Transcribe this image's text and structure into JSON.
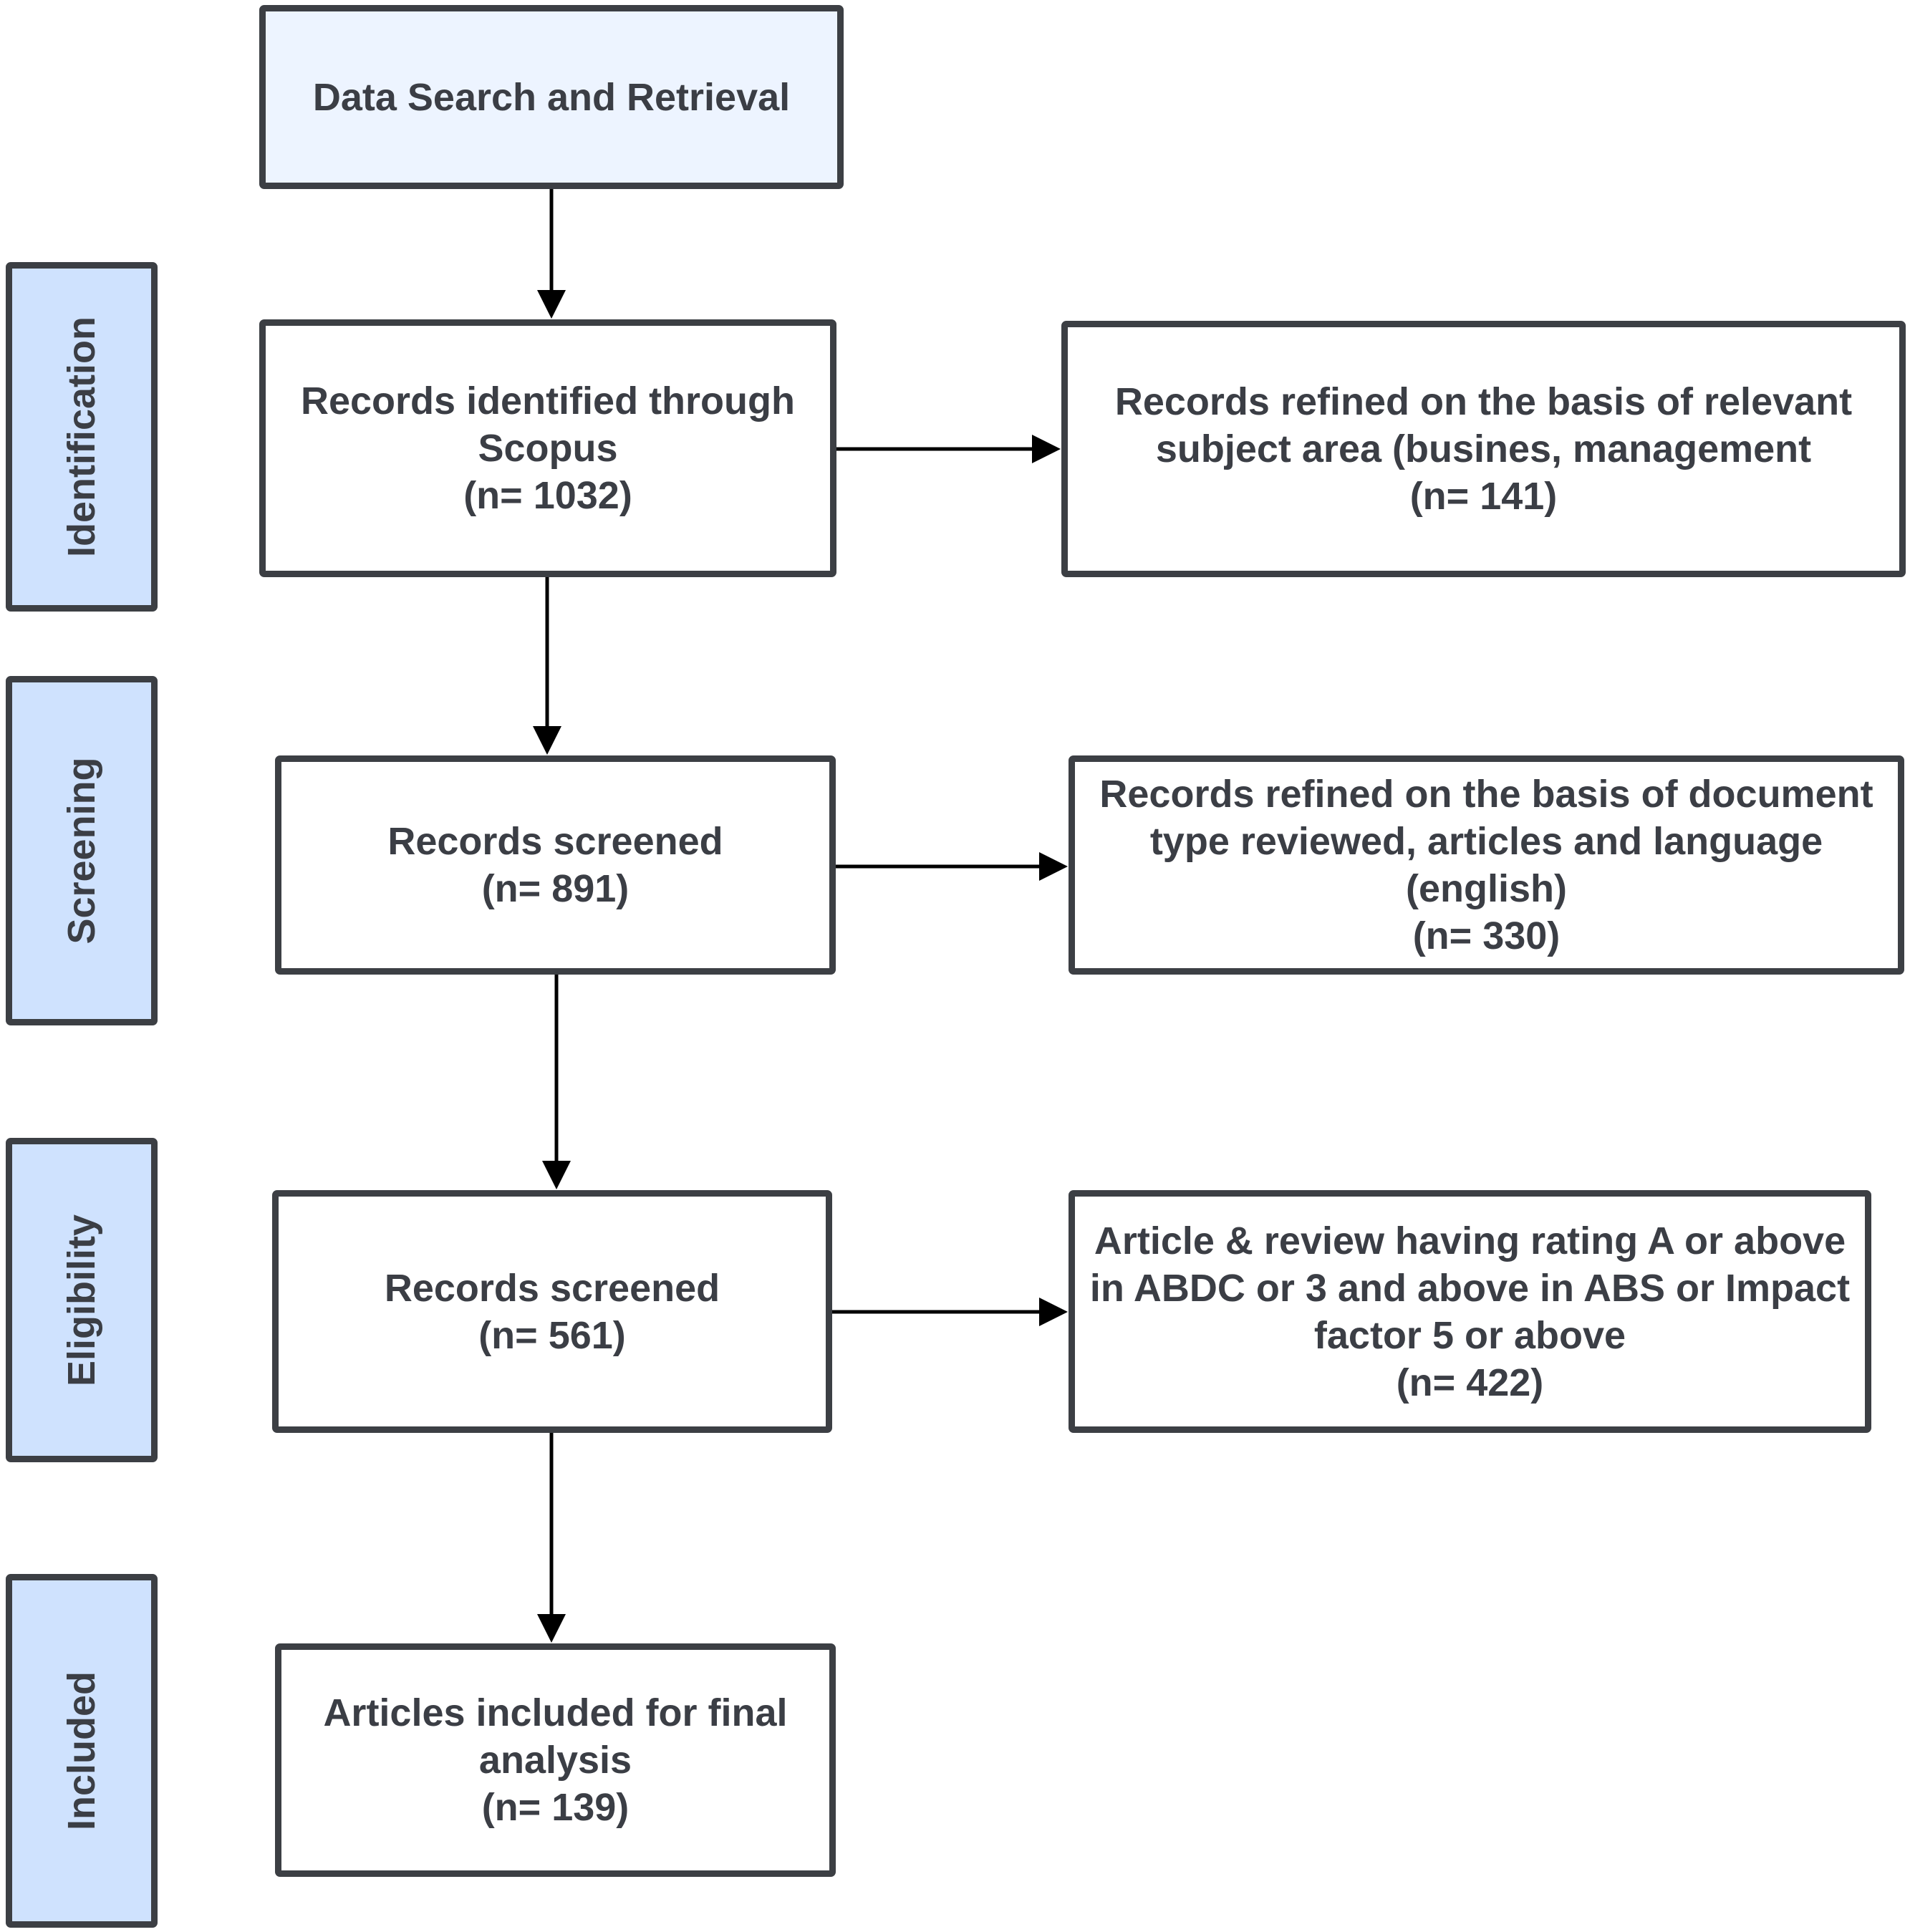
{
  "stages": [
    {
      "id": "identification",
      "label": "Identification"
    },
    {
      "id": "screening",
      "label": "Screening"
    },
    {
      "id": "eligibility",
      "label": "Eligibility"
    },
    {
      "id": "included",
      "label": "Included"
    }
  ],
  "boxes": {
    "search": {
      "lines": [
        "Data Search and Retrieval"
      ]
    },
    "identified": {
      "lines": [
        "Records identified through",
        "Scopus",
        "(n= 1032)"
      ]
    },
    "refined_subject": {
      "lines": [
        "Records refined on the basis of relevant",
        "subject area (busines, management",
        "(n= 141)"
      ]
    },
    "screened": {
      "lines": [
        "Records screened",
        "(n= 891)"
      ]
    },
    "refined_document": {
      "lines": [
        "Records refined on the basis of document",
        "type reviewed, articles and language",
        "(english)",
        "(n= 330)"
      ]
    },
    "eligible": {
      "lines": [
        "Records screened",
        "(n= 561)"
      ]
    },
    "rating": {
      "lines": [
        "Article & review having rating A or above",
        "in ABDC or 3 and above in ABS or Impact",
        "factor 5 or above",
        "(n= 422)"
      ]
    },
    "included": {
      "lines": [
        "Articles included for final",
        "analysis",
        "(n= 139)"
      ]
    }
  },
  "colors": {
    "border": "#3c3f44",
    "text": "#3b3e45",
    "stage_fill": "#cfe2fe",
    "header_fill": "#edf4ff",
    "arrow": "#000000"
  }
}
